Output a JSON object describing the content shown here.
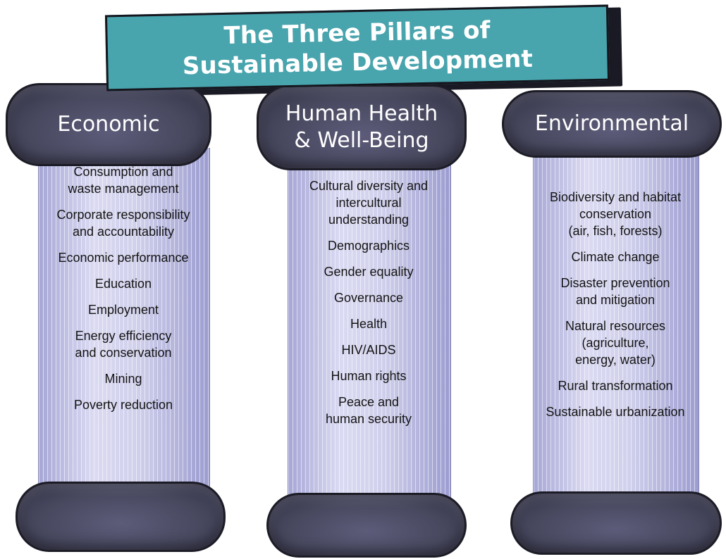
{
  "title": {
    "line1": "The Three Pillars of",
    "line2": "Sustainable Development"
  },
  "colors": {
    "banner": "#48a4ad",
    "cushion": "#4b4b63",
    "shaft": "#c8c8e6",
    "outline": "#16161e"
  },
  "pillars": [
    {
      "heading": [
        "Economic"
      ],
      "items": [
        [
          "Consumption and",
          "waste management"
        ],
        [
          "Corporate responsibility",
          "and accountability"
        ],
        [
          "Economic performance"
        ],
        [
          "Education"
        ],
        [
          "Employment"
        ],
        [
          "Energy efficiency",
          "and conservation"
        ],
        [
          "Mining"
        ],
        [
          "Poverty reduction"
        ]
      ]
    },
    {
      "heading": [
        "Human Health",
        "& Well-Being"
      ],
      "items": [
        [
          "Cultural diversity and",
          "intercultural",
          "understanding"
        ],
        [
          "Demographics"
        ],
        [
          "Gender equality"
        ],
        [
          "Governance"
        ],
        [
          "Health"
        ],
        [
          "HIV/AIDS"
        ],
        [
          "Human rights"
        ],
        [
          "Peace and",
          "human security"
        ]
      ]
    },
    {
      "heading": [
        "Environmental"
      ],
      "items": [
        [
          "Biodiversity and habitat",
          "conservation",
          "(air, fish, forests)"
        ],
        [
          "Climate change"
        ],
        [
          "Disaster prevention",
          "and mitigation"
        ],
        [
          "Natural resources",
          "(agriculture,",
          "energy, water)"
        ],
        [
          "Rural transformation"
        ],
        [
          "Sustainable urbanization"
        ]
      ]
    }
  ]
}
